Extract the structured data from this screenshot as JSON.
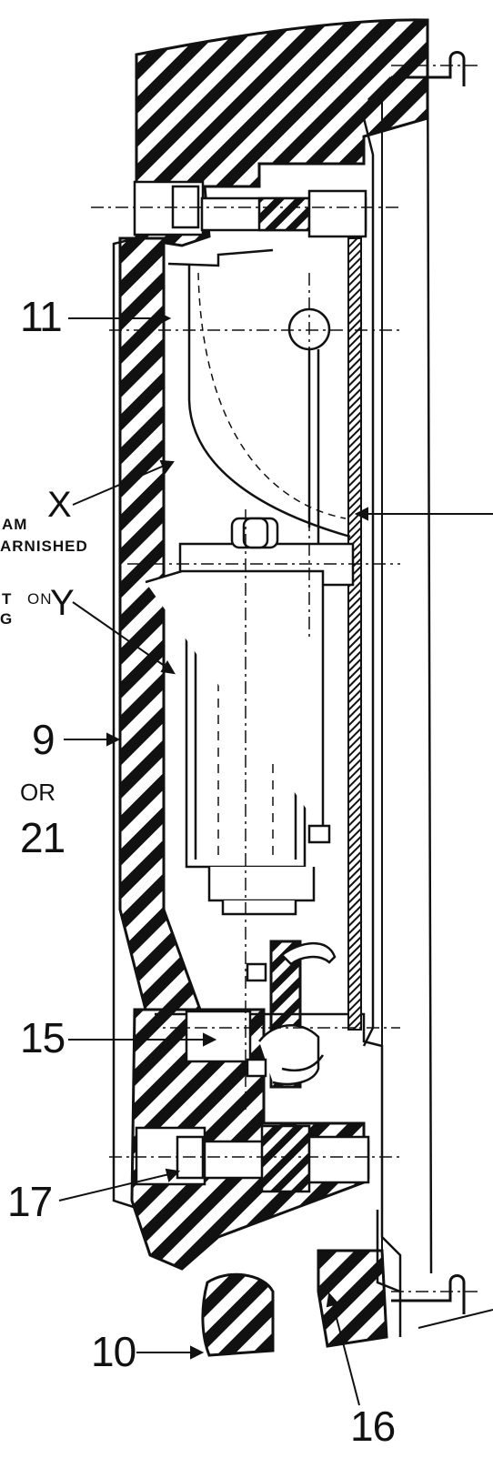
{
  "figure": {
    "callouts": {
      "n11": "11",
      "n9": "9",
      "or": "OR",
      "n21": "21",
      "n15": "15",
      "n17": "17",
      "n10": "10",
      "n16": "16"
    },
    "notes": {
      "x_label": "X",
      "x_line1": "AM",
      "x_line2": "ARNISHED",
      "y_label": "Y",
      "y_line1": "T",
      "y_on": "ON",
      "y_line2": "G"
    }
  }
}
